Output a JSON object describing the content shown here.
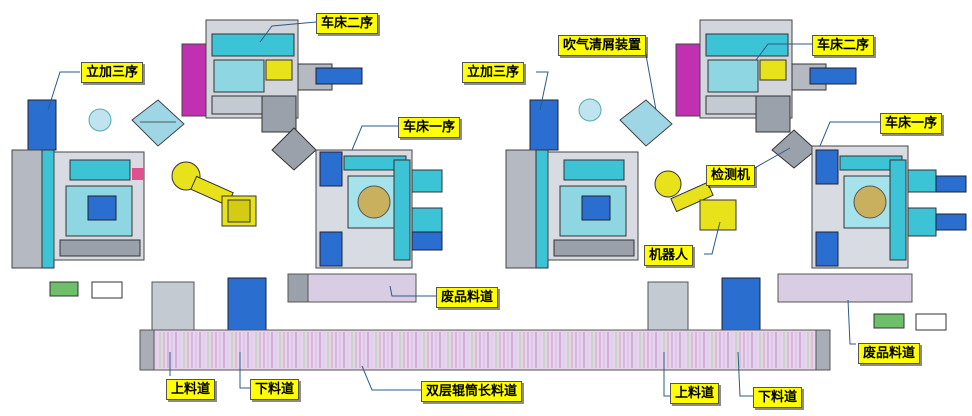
{
  "labels": {
    "left_vertical3": "立加三序",
    "left_lathe2": "车床二序",
    "left_lathe1": "车床一序",
    "left_waste": "废品料道",
    "left_upper": "上料道",
    "left_lower": "下料道",
    "double_roller": "双层辊筒长料道",
    "right_blower": "吹气清屑装置",
    "right_vertical3": "立加三序",
    "right_lathe2": "车床二序",
    "right_lathe1": "车床一序",
    "right_inspect": "检测机",
    "right_robot": "机器人",
    "right_waste": "废品料道",
    "right_upper": "上料道",
    "right_lower": "下料道"
  },
  "colors": {
    "label_bg": "#ffff00",
    "machine_cyan": "#3cc3d6",
    "machine_blue": "#2a6fd0",
    "machine_gray": "#b4b9c2",
    "robot_yellow": "#e8e21a",
    "enclosure_magenta": "#c030b0",
    "conveyor_stripe": "#c79ad6"
  },
  "icons": {
    "leader_arrow": "arrow-icon"
  }
}
